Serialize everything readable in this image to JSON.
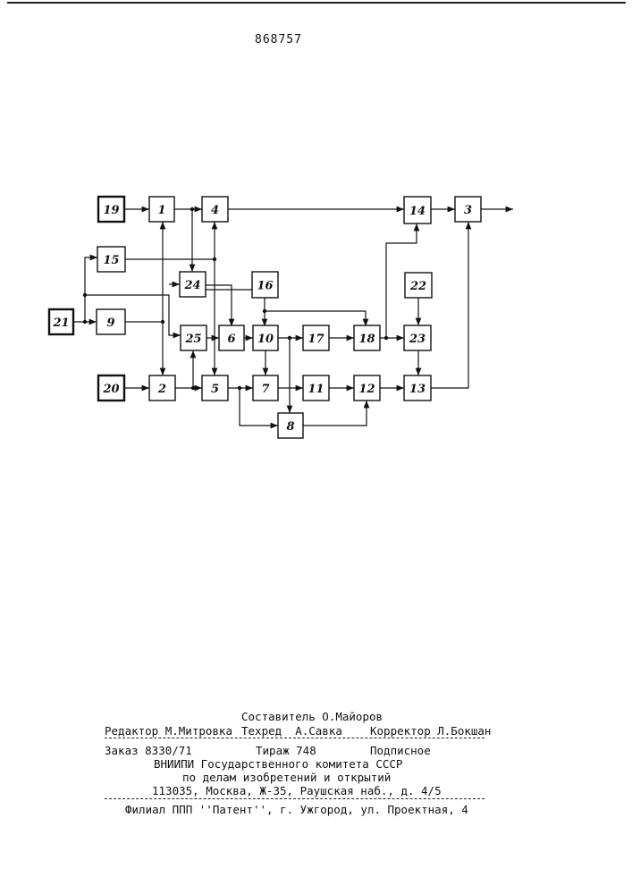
{
  "patent_number": "868757",
  "blocks": [
    {
      "id": "b19",
      "label": "19"
    },
    {
      "id": "b1",
      "label": "1"
    },
    {
      "id": "b4",
      "label": "4"
    },
    {
      "id": "b14",
      "label": "14"
    },
    {
      "id": "b3",
      "label": "3"
    },
    {
      "id": "b15",
      "label": "15"
    },
    {
      "id": "b24",
      "label": "24"
    },
    {
      "id": "b16",
      "label": "16"
    },
    {
      "id": "b22",
      "label": "22"
    },
    {
      "id": "b21",
      "label": "21"
    },
    {
      "id": "b9",
      "label": "9"
    },
    {
      "id": "b25",
      "label": "25"
    },
    {
      "id": "b6",
      "label": "6"
    },
    {
      "id": "b10",
      "label": "10"
    },
    {
      "id": "b17",
      "label": "17"
    },
    {
      "id": "b18",
      "label": "18"
    },
    {
      "id": "b23",
      "label": "23"
    },
    {
      "id": "b20",
      "label": "20"
    },
    {
      "id": "b2",
      "label": "2"
    },
    {
      "id": "b5",
      "label": "5"
    },
    {
      "id": "b7",
      "label": "7"
    },
    {
      "id": "b11",
      "label": "11"
    },
    {
      "id": "b12",
      "label": "12"
    },
    {
      "id": "b13",
      "label": "13"
    },
    {
      "id": "b8",
      "label": "8"
    }
  ],
  "footer": {
    "composer": "Составитель О.Майоров",
    "editor": "Редактор М.Митровка",
    "techred": "Техред  А.Савка",
    "corrector": "Корректор Л.Бокшан",
    "order": "Заказ 8330/71",
    "circulation": "Тираж 748",
    "subscription": "Подписное",
    "org": "ВНИИПИ Государственного комитета СССР",
    "affairs": "по делам изобретений и открытий",
    "address": "113035, Москва, Ж-35, Раушская наб., д. 4/5",
    "branch": "Филиал ППП ''Патент'', г. Ужгород, ул. Проектная, 4"
  }
}
